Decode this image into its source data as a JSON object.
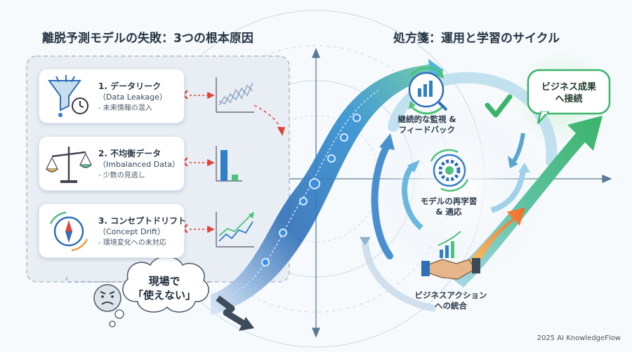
{
  "left_title": "離脱予測モデルの失敗：3つの根本原因",
  "right_title": "処方箋：運用と学習のサイクル",
  "causes": [
    {
      "number_title": "1. データリーク",
      "english": "（Data Leakage）",
      "note": "- 未来情報の混入"
    },
    {
      "number_title": "2. 不均衡データ",
      "english": "（Imbalanced Data）",
      "note": "- 少数の見逃し"
    },
    {
      "number_title": "3. コンセプトドリフト",
      "english": "（Concept Drift）",
      "note": "- 環境変化への未対応"
    }
  ],
  "bubble": {
    "line1": "現場で",
    "line2": "「使えない」"
  },
  "cycle": {
    "monitor": {
      "line1": "継続的な監視 &",
      "line2": "フィードバック"
    },
    "retrain": {
      "line1": "モデルの再学習",
      "line2": "& 適応"
    },
    "action": {
      "line1": "ビジネスアクション",
      "line2": "への統合"
    }
  },
  "goal": {
    "line1": "ビジネス成果",
    "line2": "へ接続"
  },
  "footer": "2025 AI KnowledgeFlow",
  "colors": {
    "accent_blue": "#2f7fc9",
    "accent_green": "#4cc27a",
    "warning_red": "#e0443a",
    "orange": "#f29a3b"
  }
}
